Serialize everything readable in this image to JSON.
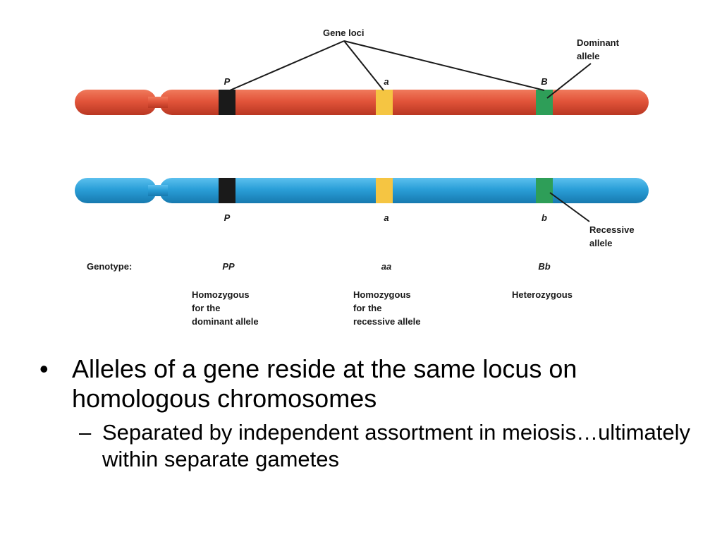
{
  "diagram": {
    "gene_loci_label": "Gene loci",
    "dominant_allele_label": [
      "Dominant",
      "allele"
    ],
    "recessive_allele_label": [
      "Recessive",
      "allele"
    ],
    "genotype_label": "Genotype:",
    "loci": [
      {
        "top_allele": "P",
        "bottom_allele": "P",
        "genotype": "PP",
        "description": [
          "Homozygous",
          "for the",
          "dominant allele"
        ]
      },
      {
        "top_allele": "a",
        "bottom_allele": "a",
        "genotype": "aa",
        "description": [
          "Homozygous",
          "for the",
          "recessive allele"
        ]
      },
      {
        "top_allele": "B",
        "bottom_allele": "b",
        "genotype": "Bb",
        "description": [
          "Heterozygous"
        ]
      }
    ],
    "colors": {
      "chromosome_top": "#e0503a",
      "chromosome_bottom": "#2a9fd8",
      "band_p": "#1a1a1a",
      "band_a": "#f5c542",
      "band_b": "#2e9e58"
    }
  },
  "bullets": {
    "main": "Alleles of a gene reside at the same locus on homologous chromosomes",
    "sub": "Separated by independent assortment in meiosis…ultimately within separate gametes"
  }
}
